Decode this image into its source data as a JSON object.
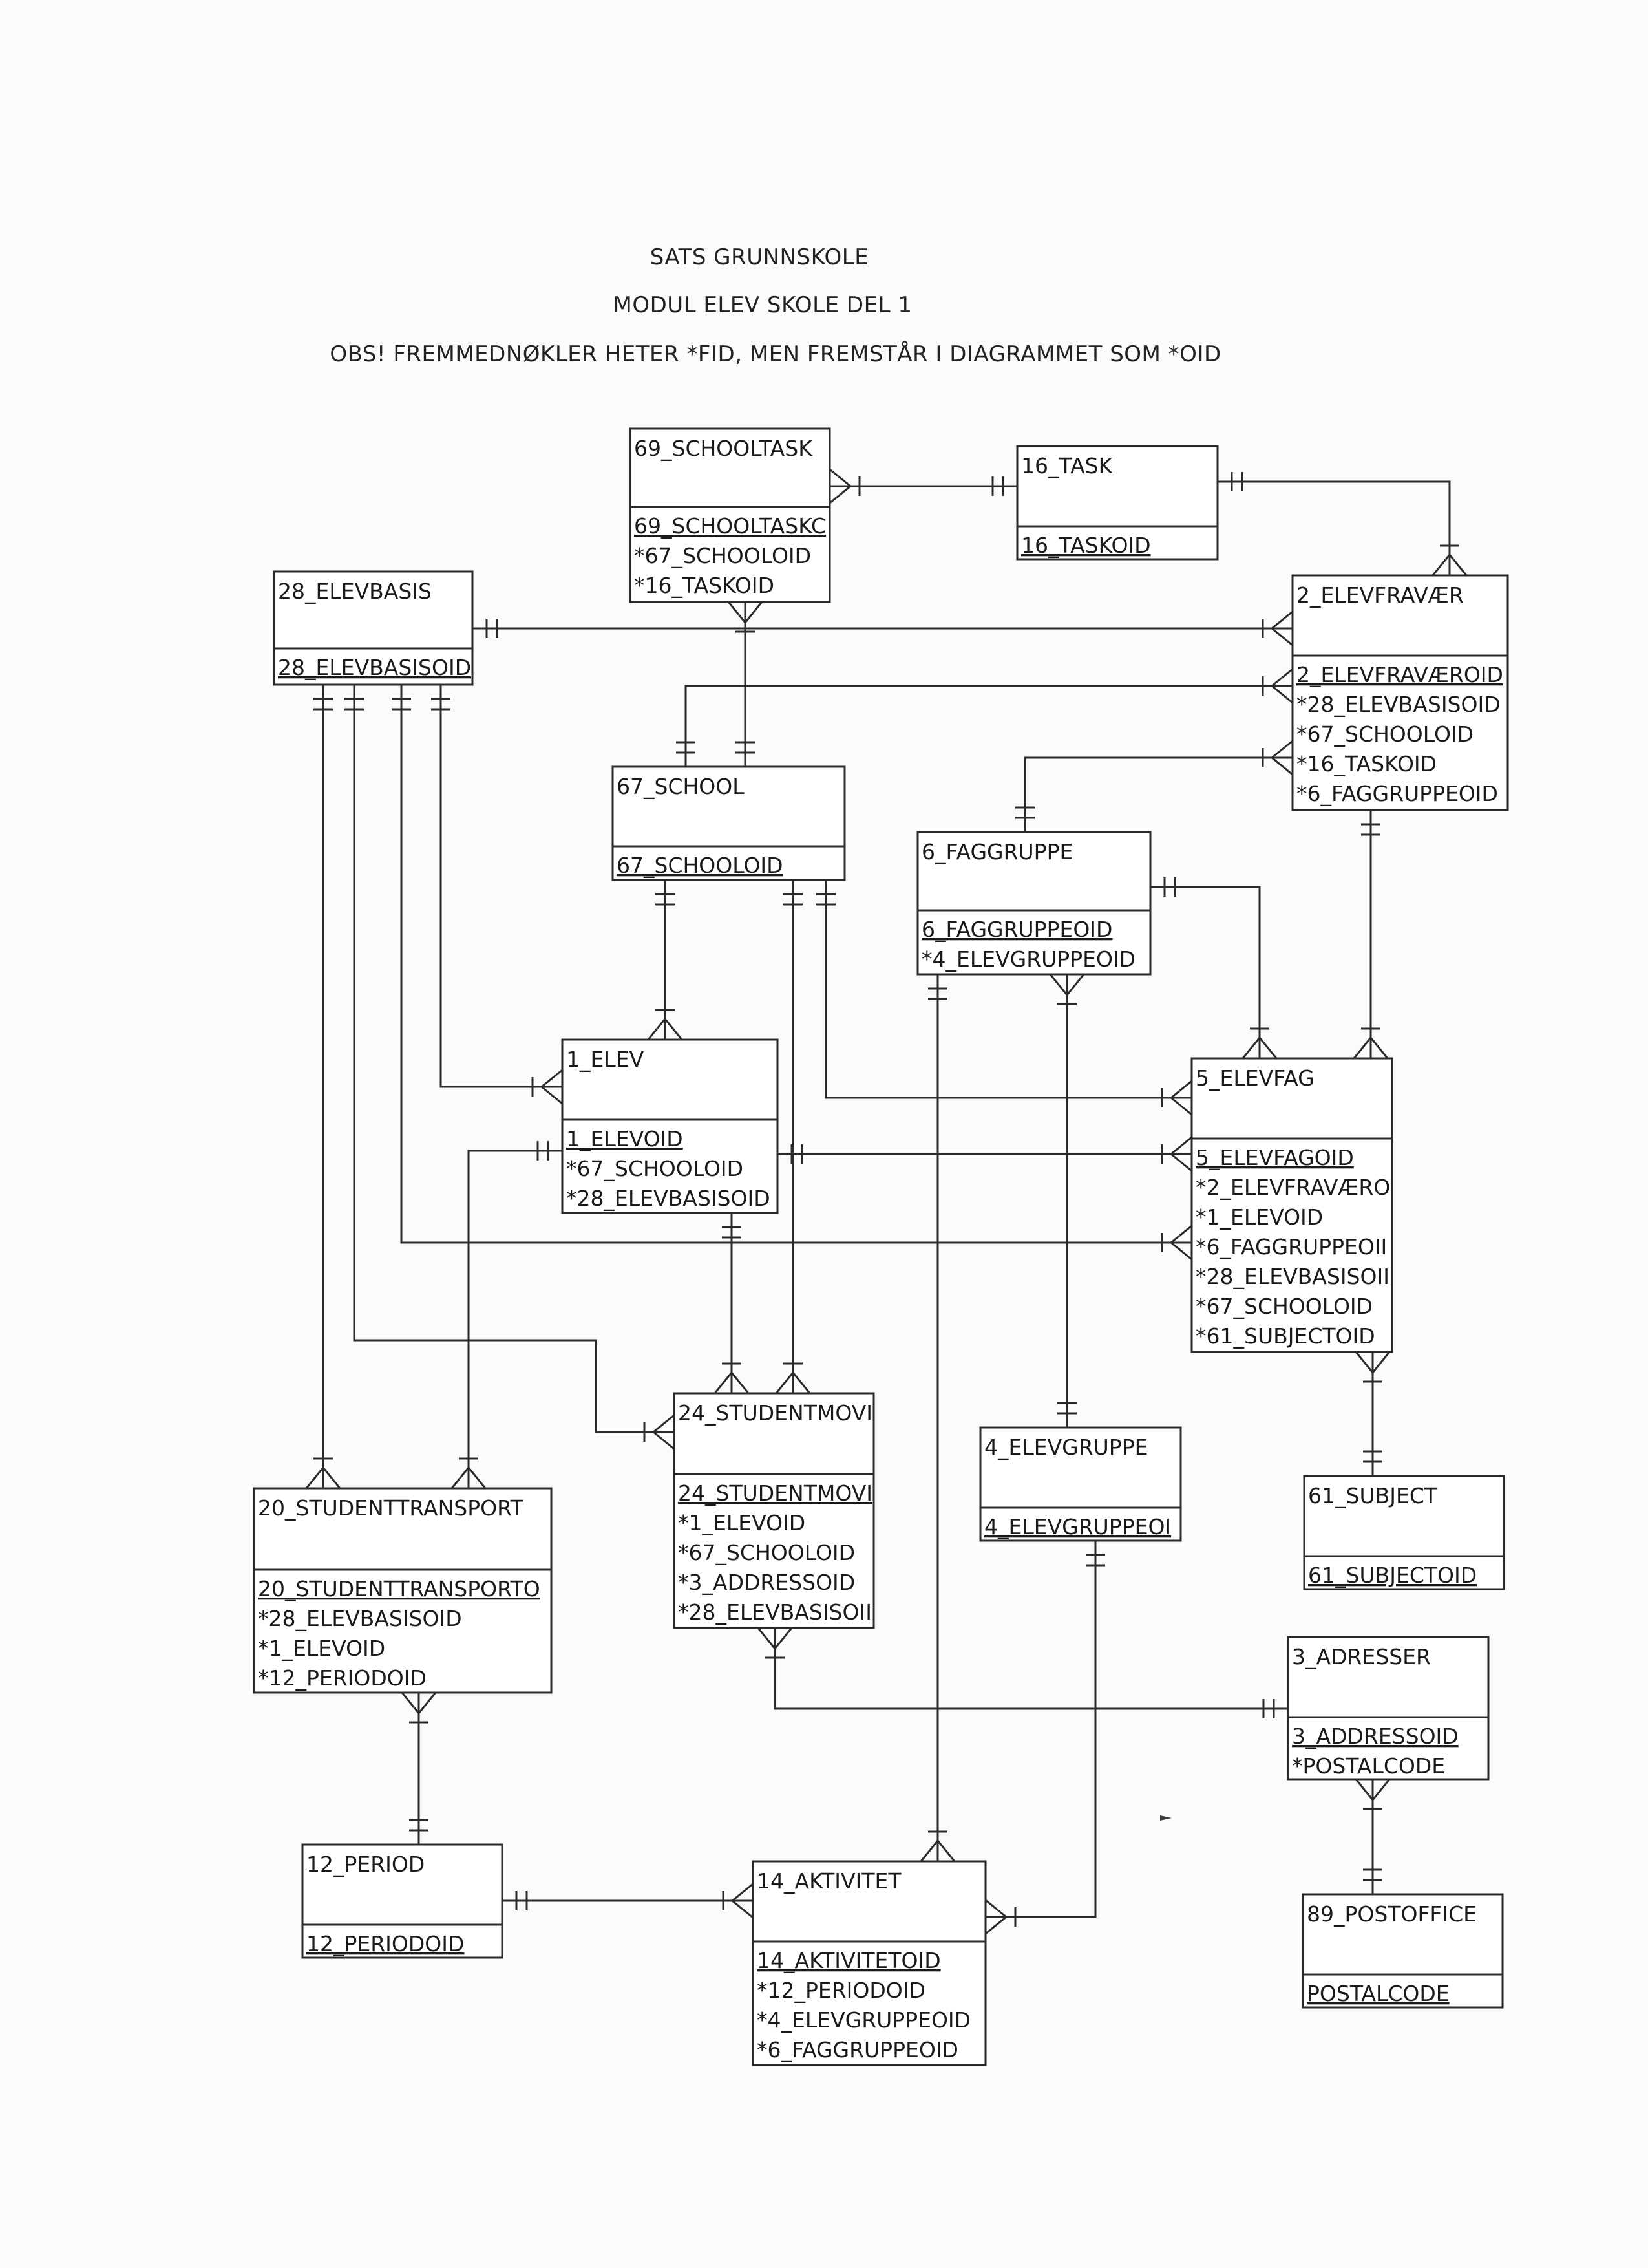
{
  "header": {
    "title": "SATS GRUNNSKOLE",
    "module": "MODUL  ELEV SKOLE DEL 1",
    "note": "OBS! FREMMEDNØKLER HETER *FID, MEN FREMSTÅR I DIAGRAMMET SOM *OID"
  },
  "entities": {
    "schooltask": {
      "name": "69_SCHOOLTASK",
      "pk": "69_SCHOOLTASKC",
      "fields": [
        "*67_SCHOOLOID",
        "*16_TASKOID"
      ]
    },
    "task": {
      "name": "16_TASK",
      "pk": "16_TASKOID",
      "fields": []
    },
    "elevbasis": {
      "name": "28_ELEVBASIS",
      "pk": "28_ELEVBASISOID",
      "fields": []
    },
    "elevfravaer": {
      "name": "2_ELEVFRAVÆR",
      "pk": "2_ELEVFRAVÆROID",
      "fields": [
        "*28_ELEVBASISOID",
        "*67_SCHOOLOID",
        "*16_TASKOID",
        "*6_FAGGRUPPEOID"
      ]
    },
    "school": {
      "name": "67_SCHOOL",
      "pk": "67_SCHOOLOID",
      "fields": []
    },
    "faggruppe": {
      "name": "6_FAGGRUPPE",
      "pk": "6_FAGGRUPPEOID",
      "fields": [
        "*4_ELEVGRUPPEOID"
      ]
    },
    "elev": {
      "name": "1_ELEV",
      "pk": "1_ELEVOID",
      "fields": [
        "*67_SCHOOLOID",
        "*28_ELEVBASISOID"
      ]
    },
    "elevfag": {
      "name": "5_ELEVFAG",
      "pk": "5_ELEVFAGOID",
      "fields": [
        "*2_ELEVFRAVÆRO",
        "*1_ELEVOID",
        "*6_FAGGRUPPEOII",
        "*28_ELEVBASISOII",
        "*67_SCHOOLOID",
        "*61_SUBJECTOID"
      ]
    },
    "studentmovi": {
      "name": "24_STUDENTMOVI",
      "pk": "24_STUDENTMOVI",
      "fields": [
        "*1_ELEVOID",
        "*67_SCHOOLOID",
        "*3_ADDRESSOID",
        "*28_ELEVBASISOII"
      ]
    },
    "elevgruppe": {
      "name": "4_ELEVGRUPPE",
      "pk": "4_ELEVGRUPPEOI",
      "fields": []
    },
    "subject": {
      "name": "61_SUBJECT",
      "pk": "61_SUBJECTOID",
      "fields": []
    },
    "studenttransport": {
      "name": "20_STUDENTTRANSPORT",
      "pk": "20_STUDENTTRANSPORTO",
      "fields": [
        "*28_ELEVBASISOID",
        "*1_ELEVOID",
        "*12_PERIODOID"
      ]
    },
    "adresser": {
      "name": "3_ADRESSER",
      "pk": "3_ADDRESSOID",
      "fields": [
        "*POSTALCODE"
      ]
    },
    "period": {
      "name": "12_PERIOD",
      "pk": "12_PERIODOID",
      "fields": []
    },
    "aktivitet": {
      "name": "14_AKTIVITET",
      "pk": "14_AKTIVITETOID",
      "fields": [
        "*12_PERIODOID",
        "*4_ELEVGRUPPEOID",
        "*6_FAGGRUPPEOID"
      ]
    },
    "postoffice": {
      "name": "89_POSTOFFICE",
      "pk": "POSTALCODE",
      "fields": []
    }
  }
}
